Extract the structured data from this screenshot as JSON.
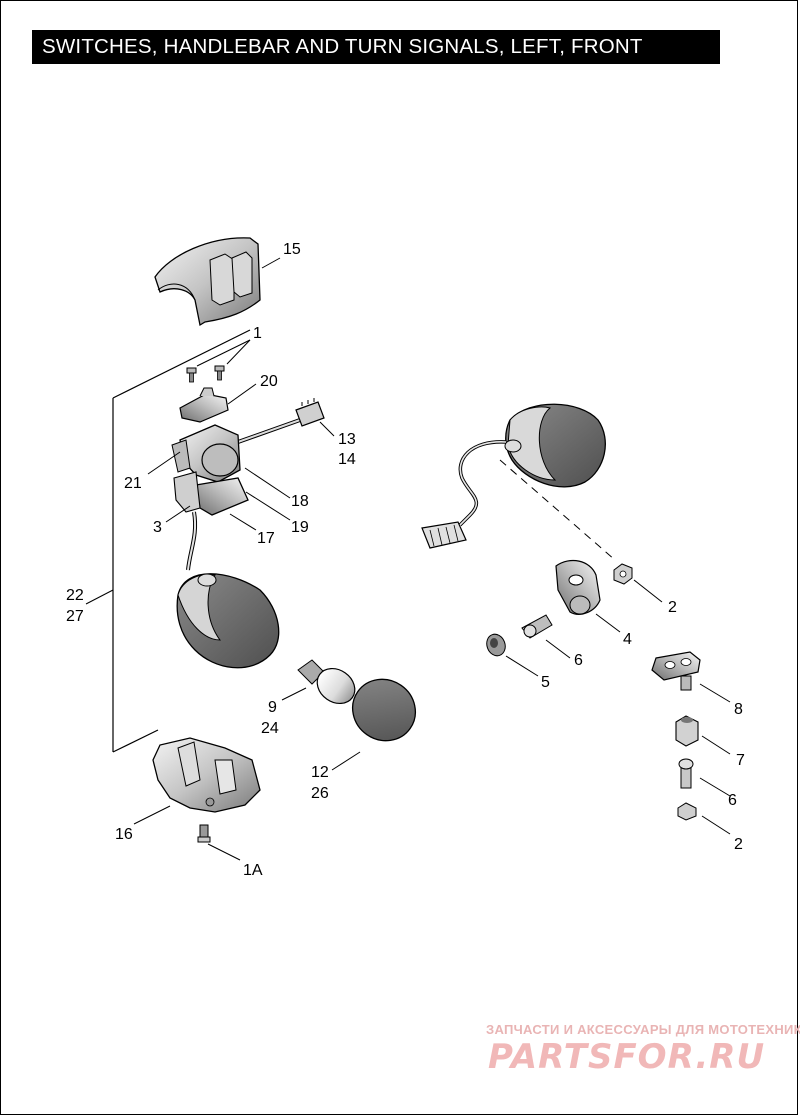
{
  "title": "SWITCHES, HANDLEBAR AND TURN SIGNALS, LEFT, FRONT",
  "callouts": {
    "c15": "15",
    "c1": "1",
    "c20": "20",
    "c13": "13",
    "c14": "14",
    "c21": "21",
    "c18": "18",
    "c19": "19",
    "c3": "3",
    "c17": "17",
    "c22": "22",
    "c27": "27",
    "c9": "9",
    "c24": "24",
    "c12": "12",
    "c26": "26",
    "c16": "16",
    "c1a": "1A",
    "c2a": "2",
    "c4": "4",
    "c6a": "6",
    "c5": "5",
    "c8": "8",
    "c7": "7",
    "c6b": "6",
    "c2b": "2"
  },
  "watermark": {
    "caption": "ЗАПЧАСТИ И АКСЕССУАРЫ ДЛЯ МОТОТЕХНИКИ",
    "logo": "PARTSFOR.RU"
  }
}
